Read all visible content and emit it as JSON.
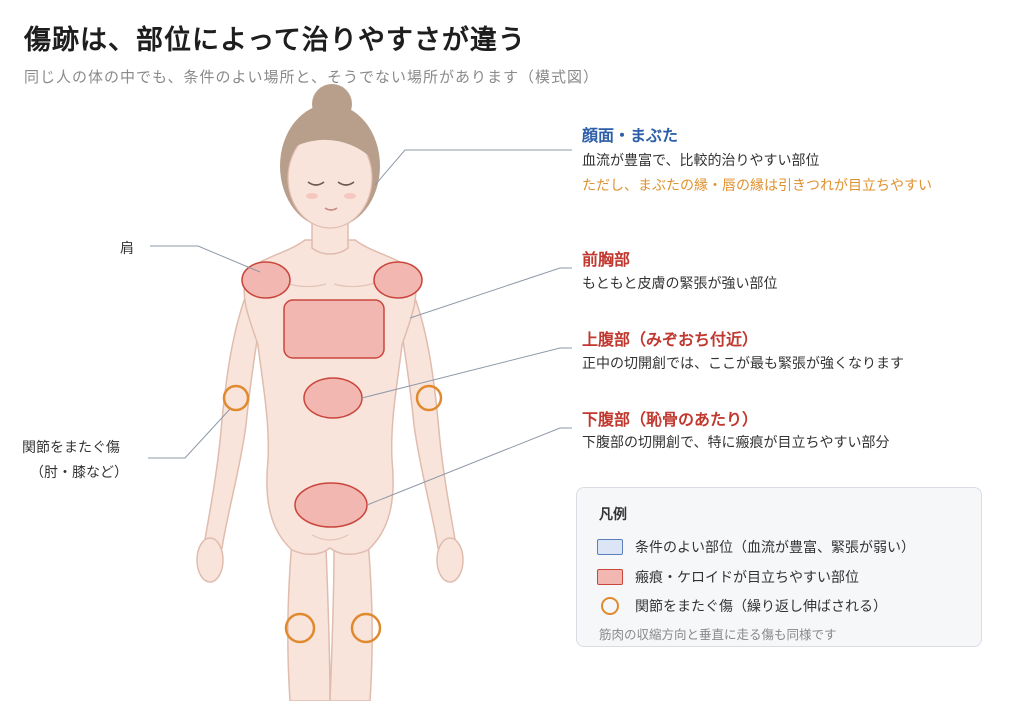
{
  "title": "傷跡は、部位によって治りやすさが違う",
  "subtitle": "同じ人の体の中でも、条件のよい場所と、そうでない場所があります（模式図）",
  "labels": {
    "face": {
      "heading": "顔面・まぶた",
      "desc": "血流が豊富で、比較的治りやすい部位",
      "note": "ただし、まぶたの縁・唇の縁は引きつれが目立ちやすい"
    },
    "chest": {
      "heading": "前胸部",
      "desc": "もともと皮膚の緊張が強い部位"
    },
    "upper_abdomen": {
      "heading": "上腹部（みぞおち付近）",
      "desc": "正中の切開創では、ここが最も緊張が強くなります"
    },
    "lower_abdomen": {
      "heading": "下腹部（恥骨のあたり）",
      "desc": "下腹部の切開創で、特に瘢痕が目立ちやすい部分"
    },
    "shoulder": "肩",
    "joints": {
      "line1": "関節をまたぐ傷",
      "line2": "（肘・膝など）"
    }
  },
  "legend": {
    "title": "凡例",
    "items": [
      {
        "label": "条件のよい部位（血流が豊富、緊張が弱い）"
      },
      {
        "label": "瘢痕・ケロイドが目立ちやすい部位"
      },
      {
        "label": "関節をまたぐ傷（繰り返し伸ばされる）"
      }
    ],
    "note": "筋肉の収縮方向と垂直に走る傷も同様です"
  },
  "colors": {
    "skin": "#f9e4dc",
    "skin_outline": "#e0bcae",
    "hair": "#b89f8c",
    "risk_fill": "#f2b7b0",
    "risk_stroke": "#c9463d",
    "good_fill": "#dbe5f5",
    "good_stroke": "#5b7fba",
    "joint_ring": "#e08a2e",
    "heading_blue": "#2c5ea8",
    "heading_red": "#c0382f",
    "note_orange": "#e0912f",
    "leader_line": "#8f99a8"
  }
}
